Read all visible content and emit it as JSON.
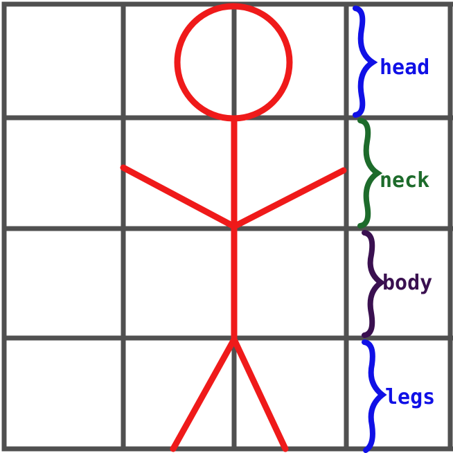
{
  "colors": {
    "background": "#ffffff",
    "grid": "#505050",
    "figure": "#ef1a1a",
    "head_brace": "#1010e6",
    "neck_brace": "#1d6b2b",
    "body_brace": "#3a1050",
    "legs_brace": "#1010e6"
  },
  "grid": {
    "columns": 4,
    "rows": 4
  },
  "sections": [
    {
      "key": "head",
      "label": "head"
    },
    {
      "key": "neck",
      "label": "neck"
    },
    {
      "key": "body",
      "label": "body"
    },
    {
      "key": "legs",
      "label": "legs"
    }
  ]
}
